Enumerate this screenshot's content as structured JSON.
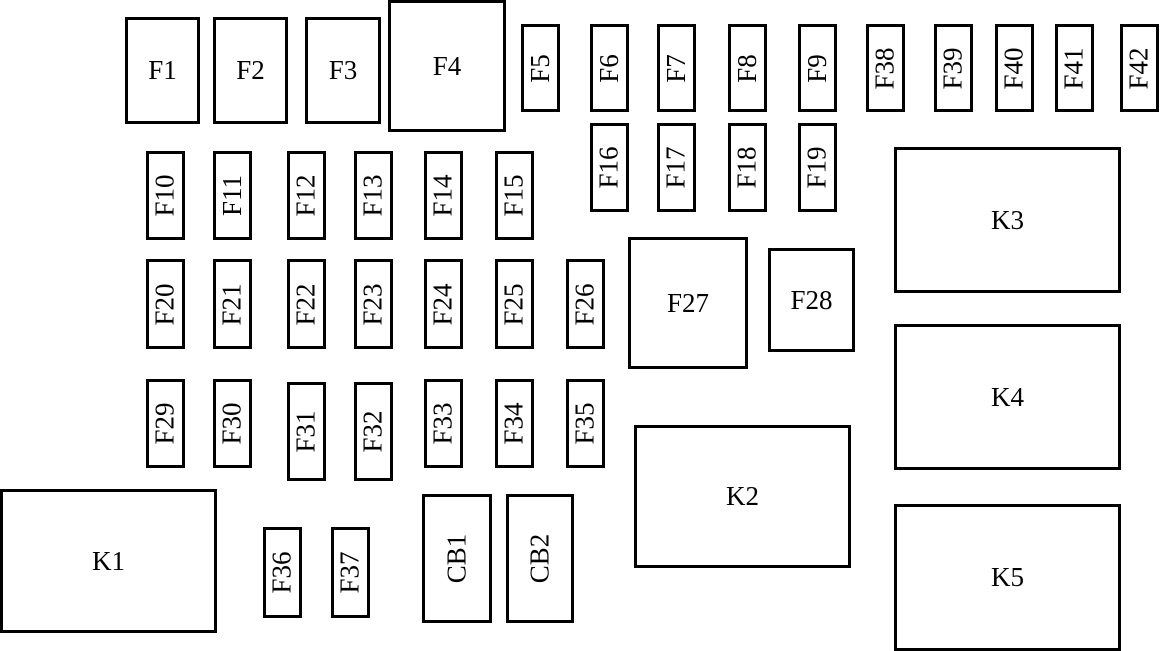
{
  "fuse_box": {
    "colors": {
      "stroke": "#000000",
      "background": "#ffffff"
    },
    "labels": {
      "F1": "F1",
      "F2": "F2",
      "F3": "F3",
      "F4": "F4",
      "F5": "F5",
      "F6": "F6",
      "F7": "F7",
      "F8": "F8",
      "F9": "F9",
      "F10": "F10",
      "F11": "F11",
      "F12": "F12",
      "F13": "F13",
      "F14": "F14",
      "F15": "F15",
      "F16": "F16",
      "F17": "F17",
      "F18": "F18",
      "F19": "F19",
      "F20": "F20",
      "F21": "F21",
      "F22": "F22",
      "F23": "F23",
      "F24": "F24",
      "F25": "F25",
      "F26": "F26",
      "F27": "F27",
      "F28": "F28",
      "F29": "F29",
      "F30": "F30",
      "F31": "F31",
      "F32": "F32",
      "F33": "F33",
      "F34": "F34",
      "F35": "F35",
      "F36": "F36",
      "F37": "F37",
      "F38": "F38",
      "F39": "F39",
      "F40": "F40",
      "F41": "F41",
      "F42": "F42",
      "CB1": "CB1",
      "CB2": "CB2",
      "K1": "K1",
      "K2": "K2",
      "K3": "K3",
      "K4": "K4",
      "K5": "K5"
    }
  }
}
